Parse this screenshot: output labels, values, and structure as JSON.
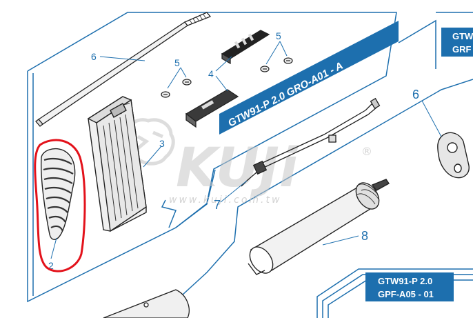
{
  "panels": {
    "main_banner": "GTW91-P 2.0 GRO-A01 - A",
    "right_box_partial": "GTW\nGRF",
    "bottom_box": "GTW91-P 2.0\nGPF-A05 - 01"
  },
  "callouts": {
    "n2": "2",
    "n3": "3",
    "n4": "4",
    "n5a": "5",
    "n5b": "5",
    "n6a": "6",
    "n6b": "6",
    "n7": "7",
    "n8": "8"
  },
  "watermark": {
    "brand": "KUJi",
    "registered": "®",
    "url": "www.kuji.com.tw"
  },
  "colors": {
    "line_blue": "#1d6fae",
    "banner_blue": "#1d6fae",
    "highlight_red": "#e3121b",
    "part_stroke": "#222222",
    "part_fill": "#f2f2f2",
    "watermark_gray": "#c8c8c8"
  }
}
